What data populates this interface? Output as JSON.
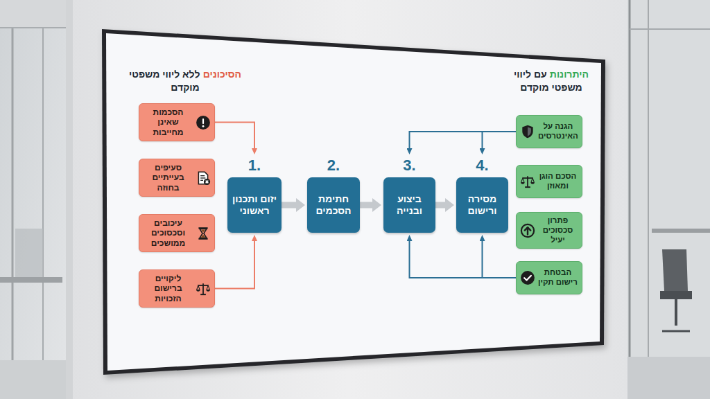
{
  "diagram": {
    "nodes": [
      {
        "text": [
          "הסכמות שאינן מחייבות"
        ]
      },
      {
        "text": [
          "סעיפים בעייתיים בחוזה"
        ]
      },
      {
        "text": [
          "עיכובים וסכסוכים ממושכים"
        ]
      },
      {
        "text": [
          "ליקויים ברישום הזכויות"
        ]
      },
      {
        "text": [
          "1.",
          "יזום ותכנון ראשוני"
        ]
      },
      {
        "text": [
          "2.",
          "חתימת הסכמים"
        ]
      },
      {
        "text": [
          "3.",
          "ביצוע ובנייה"
        ]
      },
      {
        "text": [
          "4.",
          "מסירה ורישום"
        ]
      },
      {
        "text": [
          "הגנה על האינטרסים"
        ]
      },
      {
        "text": [
          "הסכם הוגן ומאוזן"
        ]
      },
      {
        "text": [
          "פתרון סכסוכים יעיל"
        ]
      },
      {
        "text": [
          "הבטחת רישום תקין"
        ]
      }
    ],
    "edges": [
      {
        "from": 0,
        "to": 4,
        "arrow": "to"
      },
      {
        "from": 3,
        "to": 4,
        "arrow": "to"
      },
      {
        "from": 4,
        "to": 5,
        "arrow": "to"
      },
      {
        "from": 5,
        "to": 6,
        "arrow": "to"
      },
      {
        "from": 6,
        "to": 7,
        "arrow": "to"
      },
      {
        "from": 8,
        "to": 6,
        "arrow": "to"
      },
      {
        "from": 8,
        "to": 7,
        "arrow": "to"
      },
      {
        "from": 11,
        "to": 6,
        "arrow": "to"
      },
      {
        "from": 11,
        "to": 7,
        "arrow": "to"
      }
    ],
    "labels": [
      "הסיכונים",
      "ללא ליווי משפטי מוקדם",
      "היתרונות",
      "עם ליווי משפטי מוקדם"
    ]
  }
}
